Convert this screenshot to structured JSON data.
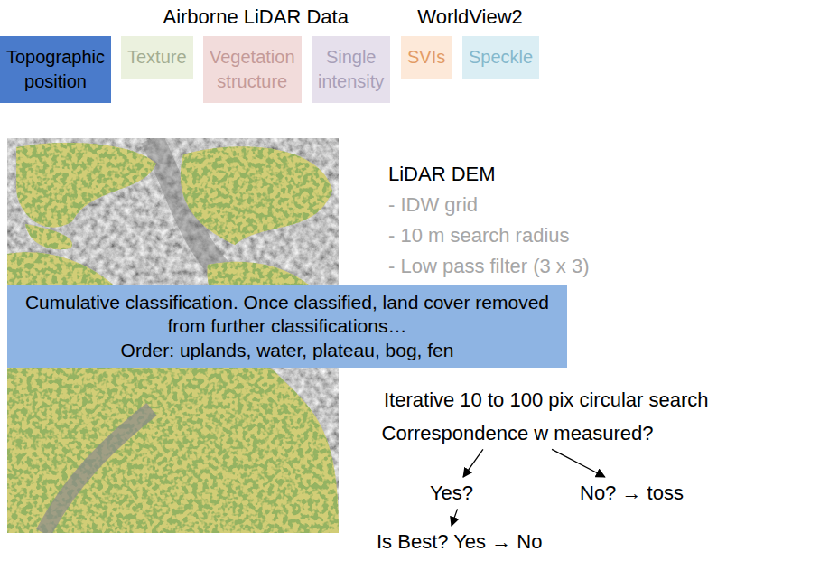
{
  "diagram": {
    "nodes": [
      {
        "text": [
          "Topographic position"
        ]
      },
      {
        "text": [
          "Texture"
        ]
      },
      {
        "text": [
          "Vegetation structure"
        ]
      },
      {
        "text": [
          "Single intensity"
        ]
      },
      {
        "text": [
          "SVIs"
        ]
      },
      {
        "text": [
          "Speckle"
        ]
      },
      {
        "text": [
          "Cumulative classification. Once classified, land cover removed from further classifications…",
          "Order: uplands, water, plateau, bog, fen"
        ]
      },
      {
        "text": [
          "Correspondence w measured?"
        ]
      },
      {
        "text": [
          "Yes?"
        ]
      },
      {
        "text": [
          "No? → toss"
        ]
      },
      {
        "text": [
          "Is Best? Yes → No"
        ]
      }
    ],
    "edges": [
      {
        "from": 7,
        "to": 8,
        "arrow": "to"
      },
      {
        "from": 7,
        "to": 9,
        "arrow": "to"
      },
      {
        "from": 8,
        "to": 10,
        "arrow": "to"
      }
    ],
    "labels": [
      "Airborne LiDAR Data",
      "WorldView2",
      "LiDAR DEM",
      "- IDW grid",
      "- 10 m search radius",
      "- Low pass filter (3 x 3)",
      "Iterative 10 to 100 pix circular search"
    ]
  }
}
